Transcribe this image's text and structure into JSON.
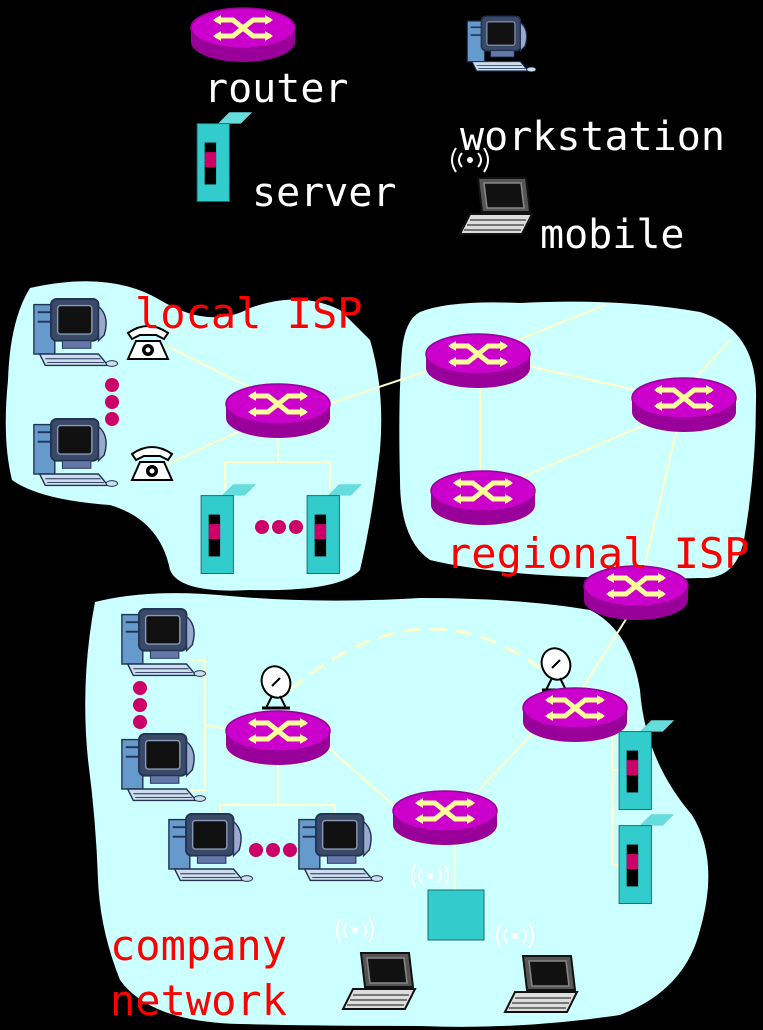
{
  "legend": {
    "router": "router",
    "workstation": "workstation",
    "server": "server",
    "mobile": "mobile"
  },
  "labels": {
    "local_isp": "local ISP",
    "regional_isp": "regional ISP",
    "company_line1": "company",
    "company_line2": "network"
  },
  "colors": {
    "background": "#000000",
    "cloud_fill": "#ccffff",
    "router": "#cc00cc",
    "server": "#33cccc",
    "link": "#ffffcc",
    "dots": "#cc0066",
    "label": "#ff0000",
    "legend_text": "#ffffff"
  },
  "icons": [
    "router-icon",
    "workstation-icon",
    "server-icon",
    "mobile-icon",
    "telephone-icon",
    "satellite-dish-icon",
    "wireless-base-station-icon"
  ]
}
